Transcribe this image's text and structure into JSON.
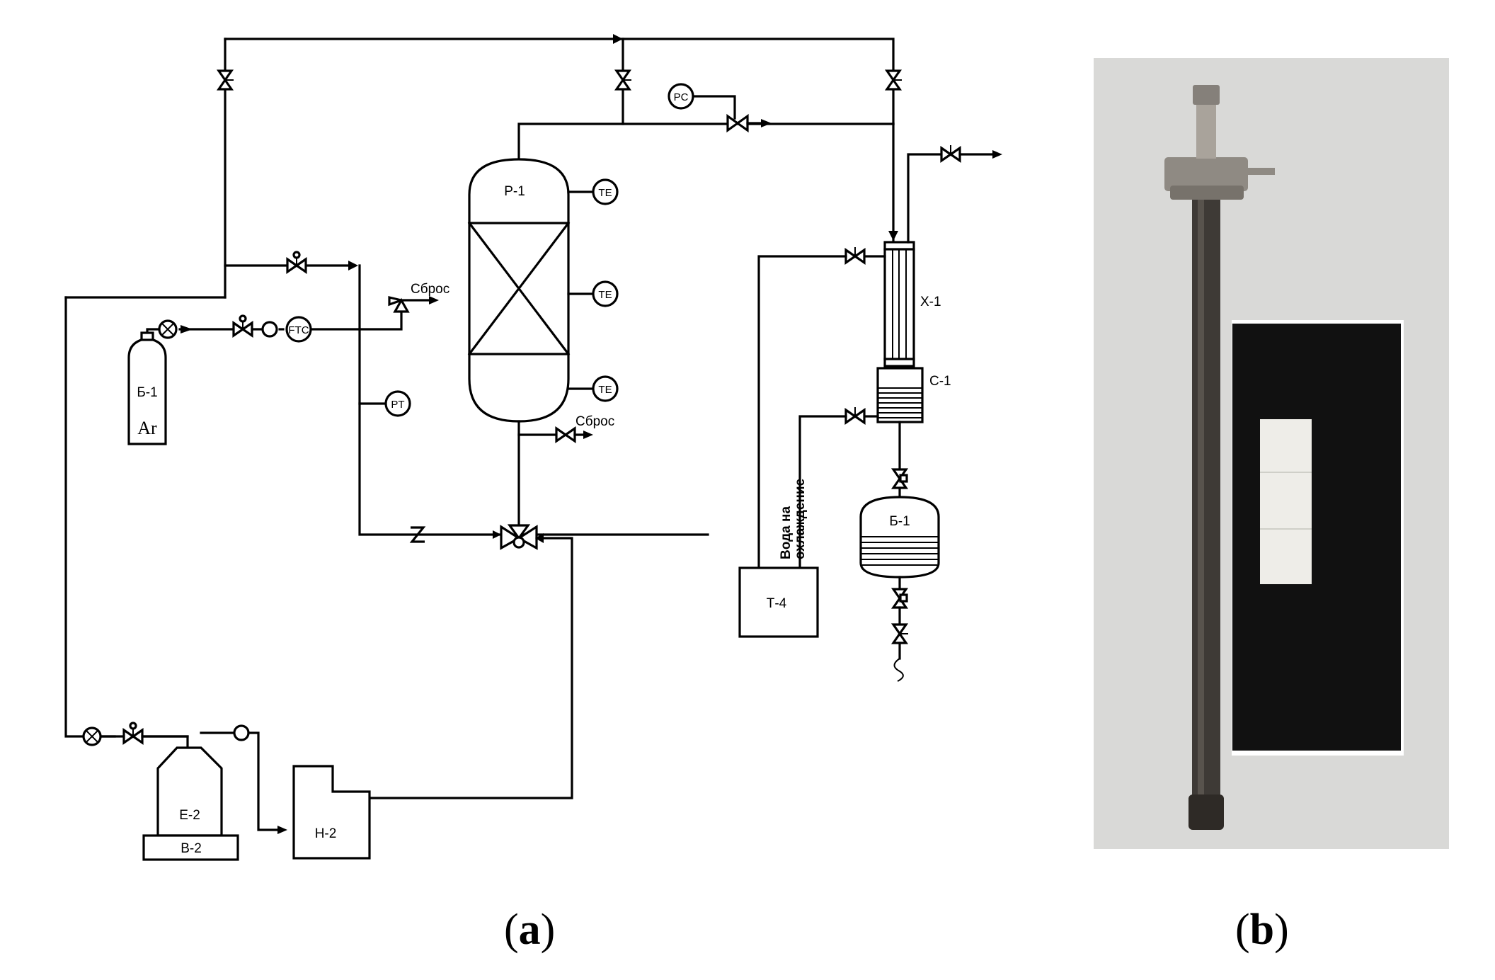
{
  "panels": [
    {
      "id": "a",
      "open": "(",
      "letter": "a",
      "close": ")"
    },
    {
      "id": "b",
      "open": "(",
      "letter": "b",
      "close": ")"
    }
  ],
  "diagram": {
    "reactor": "Р-1",
    "temp_sensor": "TE",
    "pressure_control": "PC",
    "pressure_transmitter": "PT",
    "flow_controller": "FTC",
    "vent_1": "Сброс",
    "vent_2": "Сброс",
    "gas_cylinder": "Б-1",
    "gas": "Ar",
    "cooler": "Х-1",
    "separator": "С-1",
    "receiver": "Б-1",
    "thermostat": "Т-4",
    "cooling_water_1": "Вода на",
    "cooling_water_2": "охлаждение",
    "feed_tank": "Е-2",
    "balance": "В-2",
    "pump": "Н-2"
  },
  "colors": {
    "line": "#000000",
    "photo_background": "#d9d9d7",
    "tube": "#3e3a36",
    "sample_backing": "#111111",
    "sample": "#eeede8"
  }
}
